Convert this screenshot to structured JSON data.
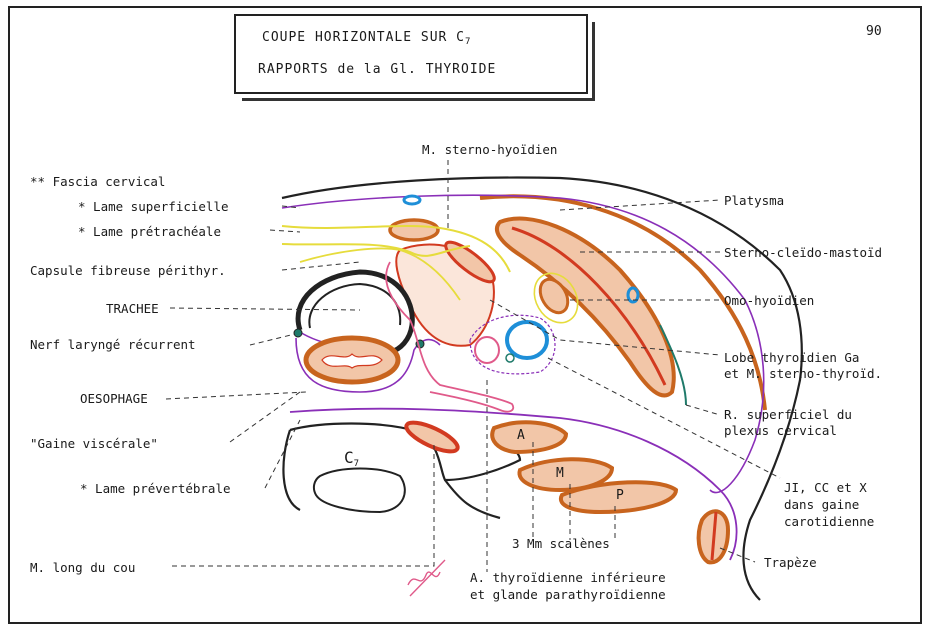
{
  "title": {
    "line1": "COUPE HORIZONTALE SUR C",
    "line1_sub": "7",
    "line2": "RAPPORTS de la Gl. THYROIDE"
  },
  "page_number": "90",
  "labels": {
    "sterno_hyoidien": "M. sterno-hyoïdien",
    "fascia_cervical": "** Fascia cervical",
    "lame_superficielle": "* Lame superficielle",
    "lame_pretracheale": "* Lame prétrachéale",
    "capsule": "Capsule fibreuse périthyr.",
    "trachee": "TRACHEE",
    "nerf_laryng": "Nerf laryngé récurrent",
    "oesophage": "OESOPHAGE",
    "gaine_viscerale": "\"Gaine viscérale\"",
    "lame_prevertebrale": "* Lame prévertébrale",
    "long_du_cou": "M. long du cou",
    "platysma": "Platysma",
    "scm": "Sterno-cleïdo-mastoïd",
    "omo": "Omo-hyoïdien",
    "lobe1": "Lobe thyroïdien Ga",
    "lobe2": "et M. sterno-thyroïd.",
    "r_sup1": "R. superficiel du",
    "r_sup2": "plexus cervical",
    "jicc1": "JI, CC et X",
    "jicc2": "dans gaine",
    "jicc3": "carotidienne",
    "scalenes": "3 Mm scalènes",
    "trapeze": "Trapèze",
    "art1": "A. thyroïdienne inférieure",
    "art2": "et glande parathyroïdienne",
    "c7": "C",
    "c7_sub": "7",
    "A": "A",
    "M": "M",
    "P": "P"
  },
  "colors": {
    "muscle_outline": "#c8641e",
    "muscle_fill": "#f2c6a8",
    "muscle_stripe": "#d23a20",
    "fascia_purple": "#8a2fb8",
    "yellow_fascia": "#e6dc3c",
    "vessel_blue": "#1e8fd8",
    "nerve_green": "#1f7a6a",
    "pink": "#e05a8a",
    "bone": "#222222"
  }
}
